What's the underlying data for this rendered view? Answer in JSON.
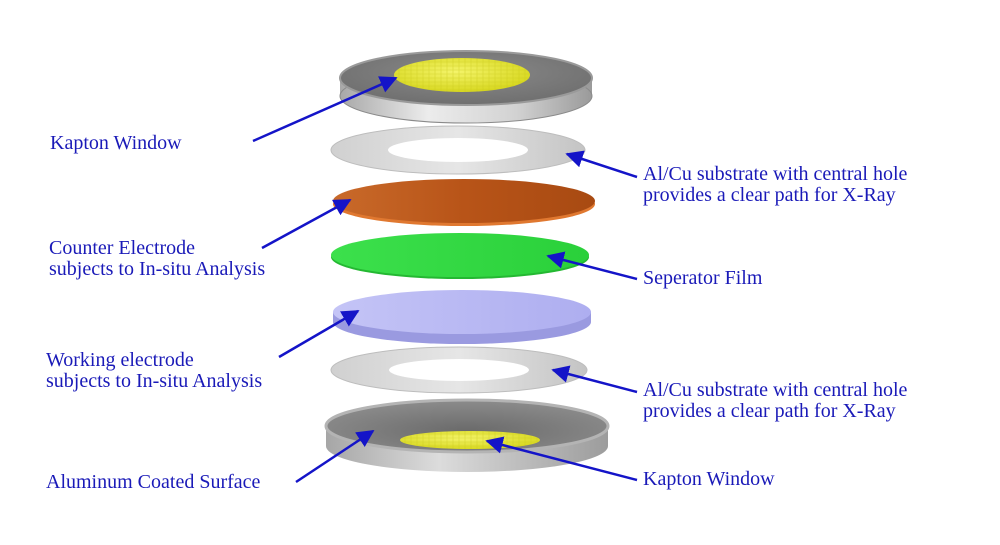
{
  "colors": {
    "label_text": "#1a1ab8",
    "arrow": "#1414c8",
    "kapton_yellow": "#e8e83a",
    "counter_electrode": "#c0581a",
    "separator": "#33dd44",
    "working_electrode": "#b8b8f4",
    "substrate": "#dedede",
    "metal": "#c9c9c9"
  },
  "labels": {
    "kapton_window_top": "Kapton Window",
    "substrate_top_line1": "Al/Cu substrate with central hole",
    "substrate_top_line2": "provides a clear path for X-Ray",
    "counter_line1": "Counter Electrode",
    "counter_line2": "subjects to In-situ Analysis",
    "separator": "Seperator Film",
    "working_line1": "Working electrode",
    "working_line2": "subjects to In-situ Analysis",
    "substrate_bottom_line1": "Al/Cu substrate with central hole",
    "substrate_bottom_line2": "provides a clear path for X-Ray",
    "aluminum_surface": "Aluminum Coated Surface",
    "kapton_window_bottom": "Kapton Window"
  }
}
